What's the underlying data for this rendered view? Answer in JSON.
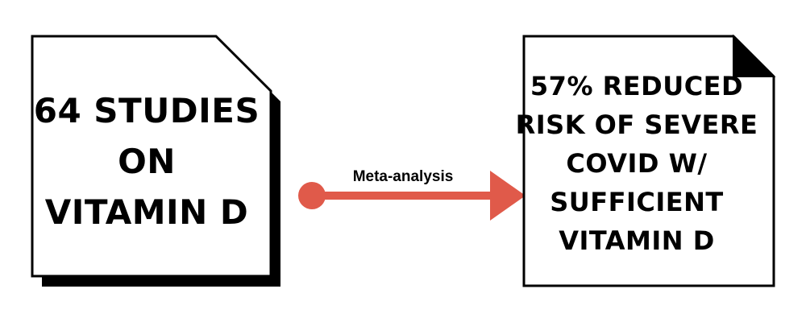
{
  "left_document": {
    "lines": [
      "64 STUDIES",
      "ON",
      "VITAMIN D"
    ]
  },
  "connector": {
    "label": "Meta-analysis",
    "color": "#e05a4a"
  },
  "right_document": {
    "lines": [
      "57% REDUCED",
      "RISK OF SEVERE",
      "COVID W/",
      "SUFFICIENT",
      "VITAMIN D"
    ]
  },
  "colors": {
    "outline": "#000000",
    "shadow": "#000000",
    "paper": "#ffffff",
    "arrow": "#e05a4a"
  }
}
